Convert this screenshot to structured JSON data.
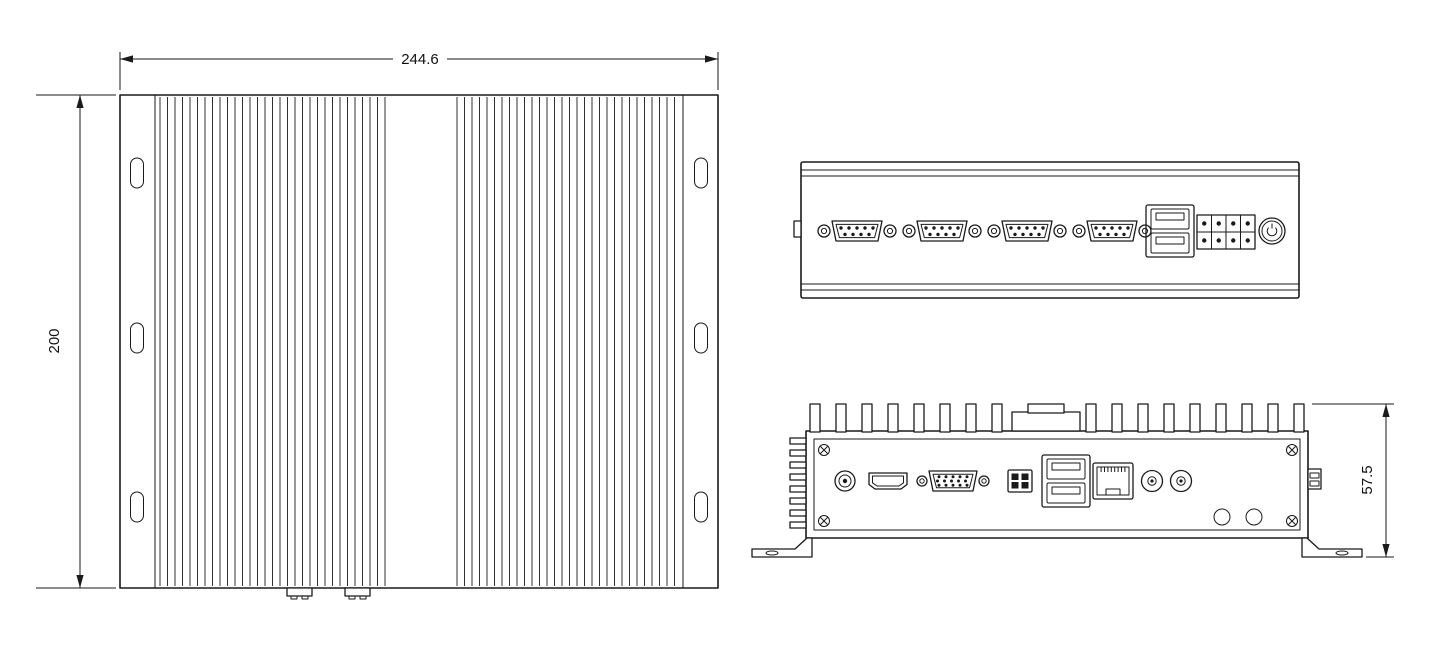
{
  "drawing": {
    "background_color": "#ffffff",
    "line_color": "#1a1a1a",
    "dimension_labels": {
      "top_view_width_mm": "244.6",
      "top_view_height_mm": "200",
      "side_view_height_mm": "57.5"
    }
  }
}
